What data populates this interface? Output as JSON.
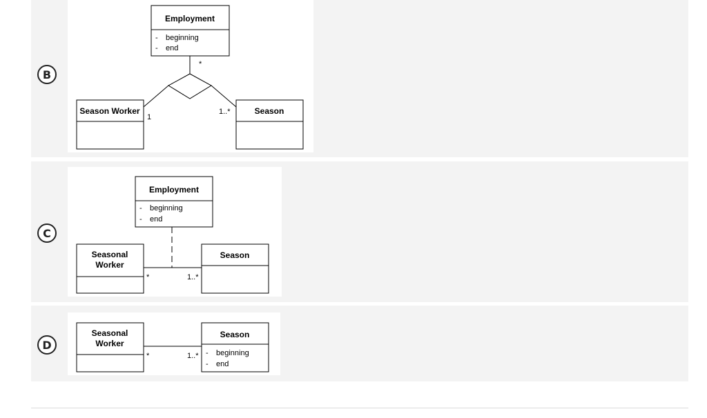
{
  "options": [
    {
      "label": "B",
      "diagram": {
        "association_class": {
          "name": "Employment",
          "attributes": [
            "beginning",
            "end"
          ]
        },
        "left": {
          "name": "Season Worker"
        },
        "right": {
          "name": "Season"
        },
        "multiplicity_left": "1",
        "multiplicity_right": "1..*",
        "multiplicity_top": "*"
      }
    },
    {
      "label": "C",
      "diagram": {
        "association_class": {
          "name": "Employment",
          "attributes": [
            "beginning",
            "end"
          ]
        },
        "left": {
          "name_line1": "Seasonal",
          "name_line2": "Worker"
        },
        "right": {
          "name": "Season"
        },
        "multiplicity_left": "*",
        "multiplicity_right": "1..*"
      }
    },
    {
      "label": "D",
      "diagram": {
        "left": {
          "name_line1": "Seasonal",
          "name_line2": "Worker"
        },
        "right": {
          "name": "Season",
          "attributes": [
            "beginning",
            "end"
          ]
        },
        "multiplicity_left": "*",
        "multiplicity_right": "1..*"
      }
    }
  ],
  "attribute_marker": "-"
}
